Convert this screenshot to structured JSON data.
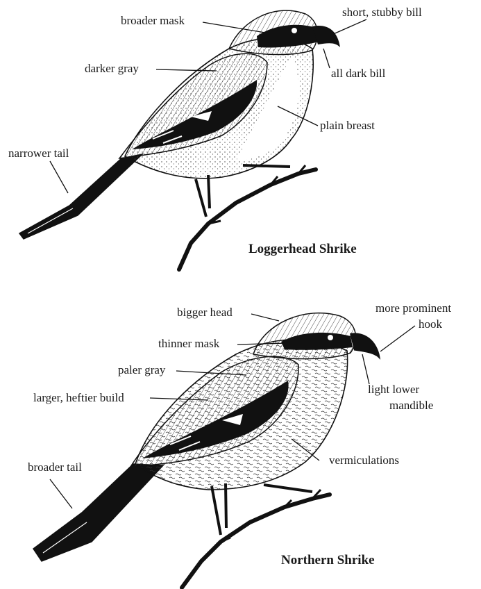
{
  "loggerhead": {
    "name": "Loggerhead Shrike",
    "labels": {
      "broader_mask": "broader mask",
      "short_bill": "short, stubby bill",
      "darker_gray": "darker gray",
      "all_dark_bill": "all dark bill",
      "plain_breast": "plain breast",
      "narrower_tail": "narrower tail"
    }
  },
  "northern": {
    "name": "Northern Shrike",
    "labels": {
      "bigger_head": "bigger head",
      "more_prominent": "more prominent",
      "hook": "hook",
      "thinner_mask": "thinner mask",
      "paler_gray": "paler gray",
      "light_lower": "light lower",
      "mandible": "mandible",
      "larger_build": "larger, heftier build",
      "broader_tail": "broader tail",
      "vermiculations": "vermiculations"
    }
  },
  "colors": {
    "ink": "#111111",
    "paper": "#ffffff"
  }
}
